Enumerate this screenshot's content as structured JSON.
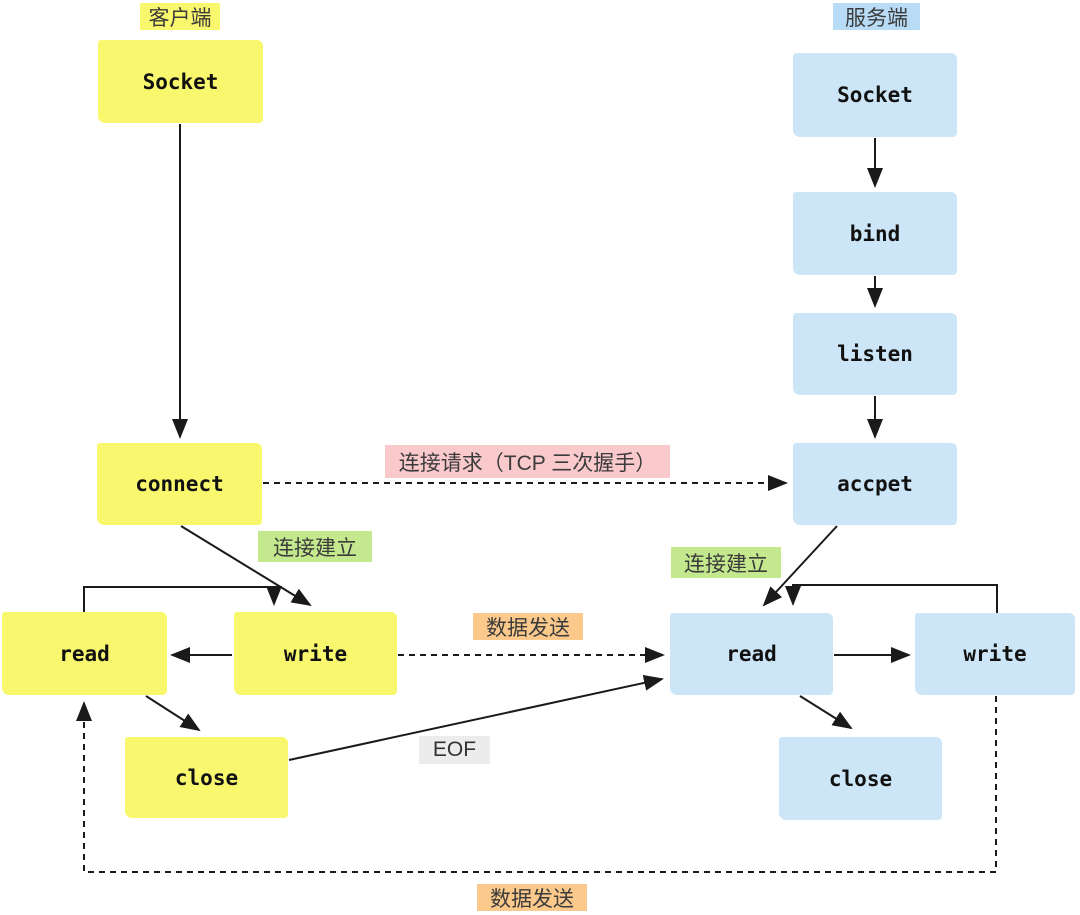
{
  "diagram": {
    "kind": "flowchart",
    "topic": "TCP socket client-server communication flow"
  },
  "client": {
    "tag": "客户端",
    "socket": "Socket",
    "connect": "connect",
    "read": "read",
    "write": "write",
    "close": "close"
  },
  "server": {
    "tag": "服务端",
    "socket": "Socket",
    "bind": "bind",
    "listen": "listen",
    "accept": "accpet",
    "read": "read",
    "write": "write",
    "close": "close"
  },
  "edge_labels": {
    "conn_request": "连接请求（TCP 三次握手）",
    "conn_established_client": "连接建立",
    "conn_established_server": "连接建立",
    "data_send_mid": "数据发送",
    "data_send_bottom": "数据发送",
    "eof": "EOF"
  },
  "colors": {
    "client_box": "#f9f76e",
    "server_box": "#cde6f7",
    "client_tag_bg": "#f9f76e",
    "server_tag_bg": "#b9dcf6",
    "conn_request_bg": "#f9c9cc",
    "conn_established_bg": "#c3e88d",
    "data_send_bg": "#fbc98b",
    "eof_bg": "#ececec",
    "line": "#1a1a1a"
  }
}
